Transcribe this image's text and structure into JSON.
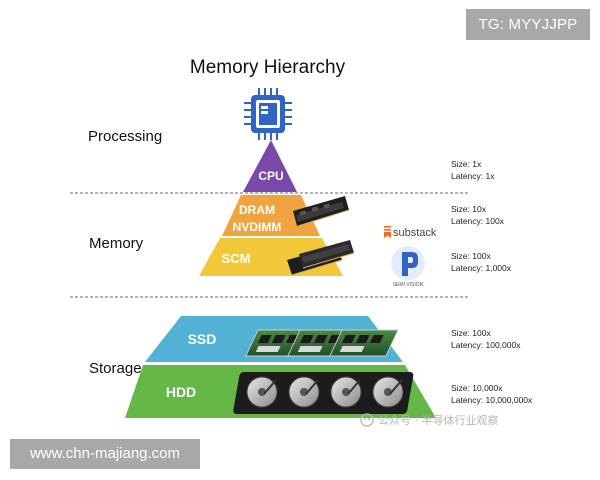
{
  "watermarks": {
    "top_right": "TG: MYYJJPP",
    "bottom_left": "www.chn-majiang.com",
    "wechat": "公众号 · 半导体行业观察"
  },
  "title": "Memory Hierarchy",
  "sections": {
    "processing": "Processing",
    "memory": "Memory",
    "storage": "Storage"
  },
  "tiers": [
    {
      "id": "cpu",
      "label": "CPU",
      "size": "Size: 1x",
      "latency": "Latency: 1x",
      "color": "#7a48a8"
    },
    {
      "id": "dram",
      "label_line1": "DRAM",
      "label_line2": "NVDIMM",
      "size": "Size: 10x",
      "latency": "Latency: 100x",
      "color": "#f0a440"
    },
    {
      "id": "scm",
      "label": "SCM",
      "size": "Size: 100x",
      "latency": "Latency: 1,000x",
      "color": "#f3c838"
    },
    {
      "id": "ssd",
      "label": "SSD",
      "size": "Size: 100x",
      "latency": "Latency: 100,000x",
      "color": "#52b2d6"
    },
    {
      "id": "hdd",
      "label": "HDD",
      "size": "Size: 10,000x",
      "latency": "Latency: 10,000,000x",
      "color": "#65b848"
    }
  ],
  "logos": {
    "substack": "substack",
    "semivision": "SEMI VISION"
  },
  "colors": {
    "chip_blue": "#2f63c4",
    "divider": "#888888",
    "substack_orange": "#ff6719"
  },
  "icons": [
    "cpu-chip-icon",
    "dimm-module-icon",
    "ssd-board-icon",
    "hard-drive-icon",
    "wechat-icon"
  ]
}
